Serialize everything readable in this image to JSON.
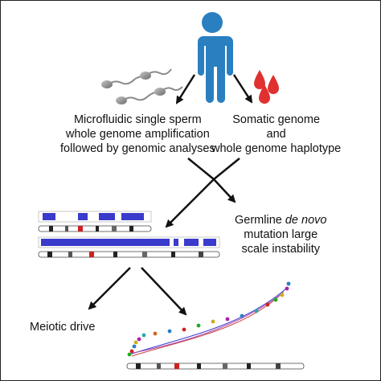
{
  "labels": {
    "sperm_line1": "Microfluidic single sperm",
    "sperm_line2": "whole genome amplification",
    "sperm_line3": "followed by genomic analyses",
    "somatic_line1": "Somatic genome",
    "somatic_line2": "and",
    "somatic_line3": "whole genome haplotype",
    "germline_prefix": "Germline ",
    "germline_italic": "de novo",
    "germline_line2": "mutation large",
    "germline_line3": "scale instability",
    "meiotic": "Meiotic drive"
  },
  "colors": {
    "person": "#2a7fc0",
    "blood": "#e03030",
    "sperm": "#888888",
    "track": "#3a3acc",
    "arrow": "#111111"
  },
  "icons": [
    "person-icon",
    "sperm-icon",
    "blood-drop-icon",
    "chromosome-icon"
  ]
}
